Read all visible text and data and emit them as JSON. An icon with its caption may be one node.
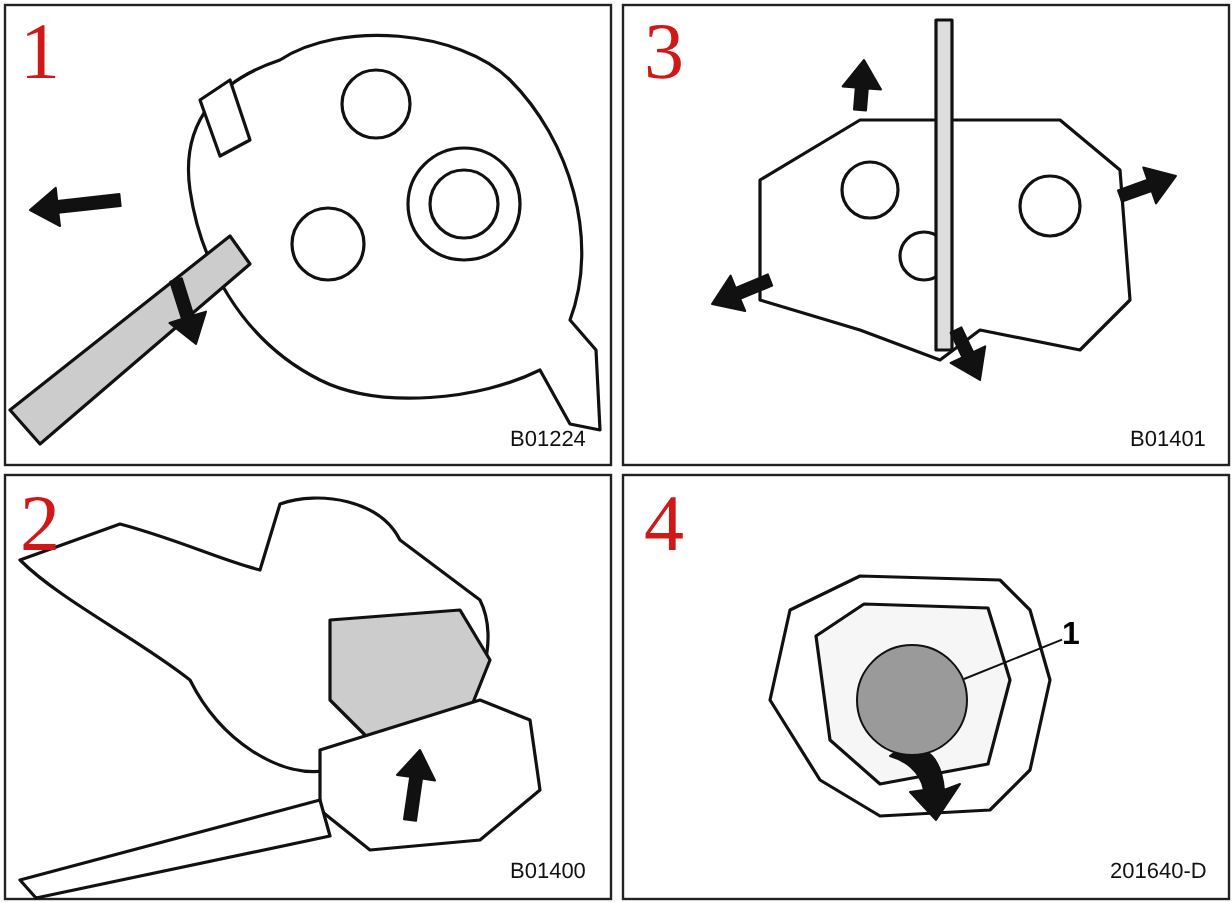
{
  "diagram": {
    "nodes": [
      {
        "text": [
          "1"
        ]
      },
      {
        "text": [],
        "shape": "circle"
      }
    ],
    "edges": [
      {
        "from": 0,
        "to": 1,
        "arrow": "none"
      }
    ],
    "labels": [
      "1",
      "3",
      "B01224",
      "B01401",
      "2",
      "4",
      "B01400",
      "201640-D"
    ]
  }
}
